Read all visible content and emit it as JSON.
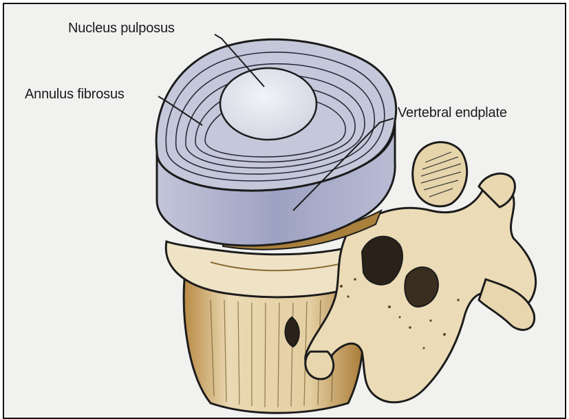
{
  "labels": {
    "nucleus": "Nucleus pulposus",
    "annulus": "Annulus fibrosus",
    "endplate": "Vertebral endplate"
  },
  "colors": {
    "background": "#f1f2f0",
    "disc_side": "#a9acc8",
    "disc_top": "#c9ccdc",
    "nucleus": "#e4e6ee",
    "bone": "#ecdfc0",
    "bone_shadow": "#a9803c",
    "outline": "#1c1c1c"
  }
}
